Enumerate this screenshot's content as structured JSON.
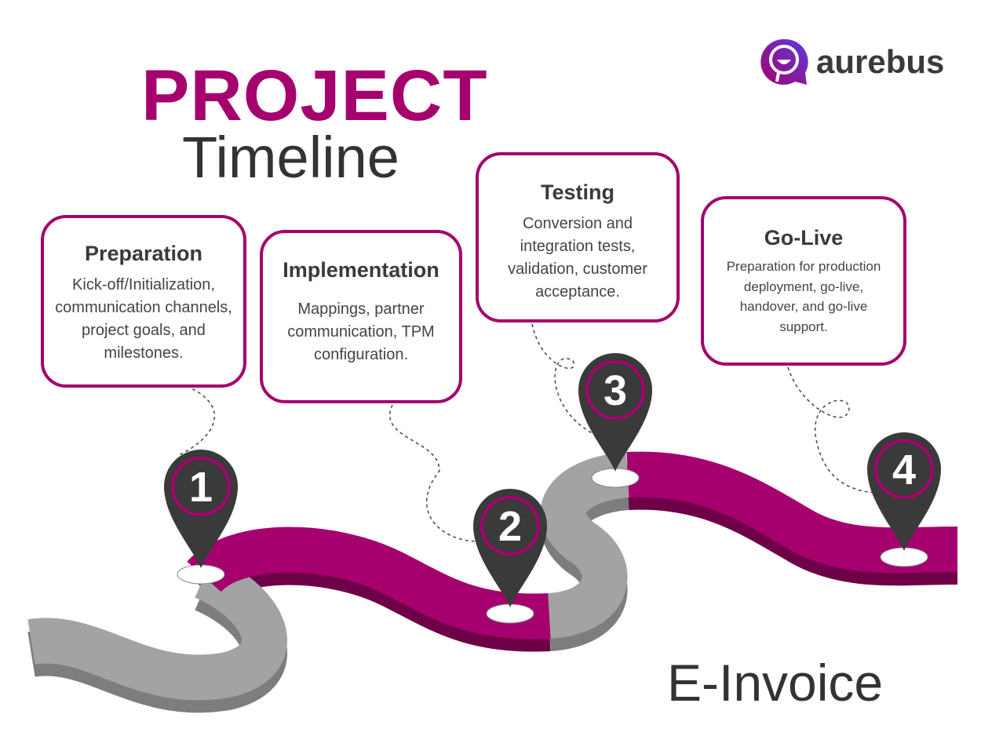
{
  "header": {
    "title_main": "PROJECT",
    "title_sub": "Timeline"
  },
  "brand": {
    "name": "aurebus",
    "logo_icon": "chat-bubble-smile-icon"
  },
  "footer": {
    "label": "E-Invoice"
  },
  "colors": {
    "accent": "#a5006d",
    "dark": "#3a3a3a",
    "road_grey": "#a3a3a3"
  },
  "steps": [
    {
      "number": "1",
      "title": "Preparation",
      "description": "Kick-off/Initialization, communication channels, project goals, and milestones."
    },
    {
      "number": "2",
      "title": "Implementation",
      "description": "Mappings, partner communication, TPM configuration."
    },
    {
      "number": "3",
      "title": "Testing",
      "description": "Conversion and integration tests, validation, customer acceptance."
    },
    {
      "number": "4",
      "title": "Go-Live",
      "description": "Preparation for production deployment, go-live, handover, and go-live support."
    }
  ]
}
